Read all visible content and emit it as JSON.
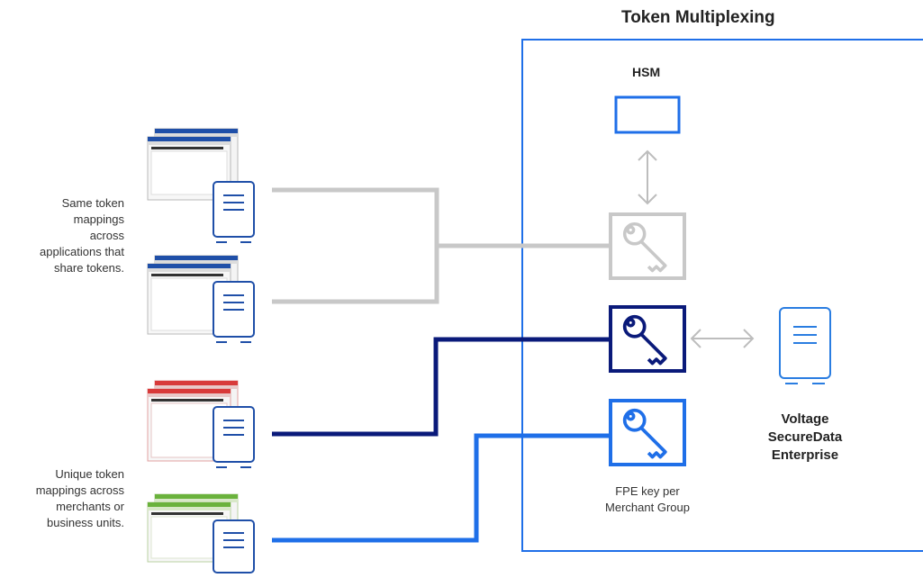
{
  "title": "Token Multiplexing",
  "hsm_label": "HSM",
  "shared_caption": [
    "Same token",
    "mappings",
    "across",
    "applications that",
    "share tokens."
  ],
  "unique_caption": [
    "Unique token",
    "mappings across",
    "merchants or",
    "business units."
  ],
  "fpe_caption": [
    "FPE key per",
    "Merchant Group"
  ],
  "product_name": [
    "Voltage",
    "SecureData",
    "Enterprise"
  ],
  "colors": {
    "shared": "#c8c8c8",
    "dark_blue": "#0a1a7a",
    "bright_blue": "#1f6fe8",
    "frame": "#1f6fe8",
    "server": "#2a7de1",
    "app_grey": "#1f4fa8",
    "app_red": "#d83a3a",
    "app_green": "#6ab23c"
  },
  "icons": [
    "application-window-icon",
    "server-icon",
    "key-icon",
    "hsm-box",
    "double-arrow-icon"
  ]
}
